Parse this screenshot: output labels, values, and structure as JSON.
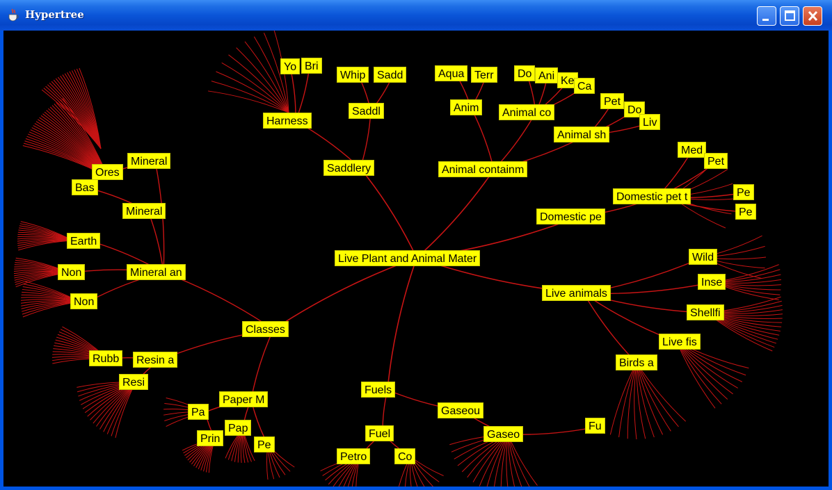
{
  "window": {
    "title": "Hypertree"
  },
  "colors": {
    "edge": "#c81414",
    "node_bg": "#ffff00",
    "canvas_bg": "#000000"
  },
  "icons": {
    "app": "java-cup-icon",
    "minimize": "minimize-icon",
    "maximize": "maximize-icon",
    "close": "close-icon"
  },
  "tree": {
    "root": "Live Plant and Animal Mater",
    "nodes": [
      "Saddlery",
      "Harness",
      "Yo",
      "Bri",
      "Whip",
      "Sadd",
      "Saddl",
      "Animal containm",
      "Anim",
      "Aqua",
      "Terr",
      "Animal co",
      "Do",
      "Ani",
      "Ke",
      "Ca",
      "Animal sh",
      "Pet",
      "Do",
      "Liv",
      "Domestic pe",
      "Domestic pet t",
      "Med",
      "Pet",
      "Pe",
      "Pe",
      "Live animals",
      "Wild",
      "Inse",
      "Shellfi",
      "Live fis",
      "Birds a",
      "Classes",
      "Mineral an",
      "Mineral",
      "Mineral",
      "Ores",
      "Bas",
      "Earth",
      "Non",
      "Non",
      "Resin a",
      "Rubb",
      "Resi",
      "Paper M",
      "Pa",
      "Pap",
      "Prin",
      "Pe",
      "Fuels",
      "Fuel",
      "Petro",
      "Co",
      "Gaseou",
      "Gaseo",
      "Fu"
    ]
  }
}
